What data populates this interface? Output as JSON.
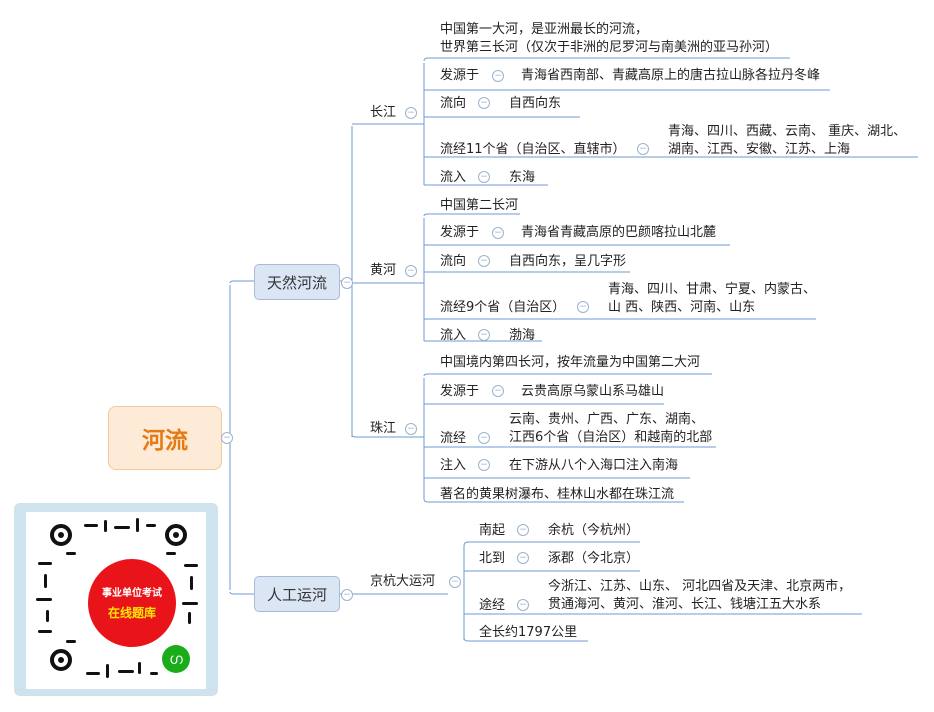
{
  "root": "河流",
  "natural": {
    "label": "天然河流",
    "changjiang": {
      "label": "长江",
      "intro": [
        "中国第一大河，是亚洲最长的河流，",
        "世界第三长河（仅次于非洲的尼罗河与南美洲的亚马孙河）"
      ],
      "source_label": "发源于",
      "source": "青海省西南部、青藏高原上的唐古拉山脉各拉丹冬峰",
      "flow_label": "流向",
      "flow": "自西向东",
      "provinces_label": "流经11个省（自治区、直辖市）",
      "provinces": [
        "青海、四川、西藏、云南、 重庆、湖北、",
        "湖南、江西、安徽、江苏、上海"
      ],
      "into_label": "流入",
      "into": "东海"
    },
    "huanghe": {
      "label": "黄河",
      "intro": "中国第二长河",
      "source_label": "发源于",
      "source": "青海省青藏高原的巴颜喀拉山北麓",
      "flow_label": "流向",
      "flow": "自西向东，呈几字形",
      "provinces_label": "流经9个省（自治区）",
      "provinces": [
        "青海、四川、甘肃、宁夏、内蒙古、",
        "山 西、陕西、河南、山东"
      ],
      "into_label": "流入",
      "into": "渤海"
    },
    "zhujiang": {
      "label": "珠江",
      "intro": "中国境内第四长河，按年流量为中国第二大河",
      "source_label": "发源于",
      "source": "云贵高原乌蒙山系马雄山",
      "flow_label": "流经",
      "flow": [
        "云南、贵州、广西、广东、湖南、",
        "江西6个省（自治区）和越南的北部"
      ],
      "into_label": "注入",
      "into": "在下游从八个入海口注入南海",
      "note": "著名的黄果树瀑布、桂林山水都在珠江流"
    }
  },
  "artificial": {
    "label": "人工运河",
    "canal": {
      "label": "京杭大运河",
      "south_label": "南起",
      "south": "余杭（今杭州）",
      "north_label": "北到",
      "north": "涿郡（今北京）",
      "route_label": "途经",
      "route": [
        "今浙江、江苏、山东、 河北四省及天津、北京两市，",
        "贯通海河、黄河、淮河、长江、钱塘江五大水系"
      ],
      "length": "全长约1797公里"
    }
  },
  "qr": {
    "line1": "事业单位考试",
    "line2": "在线题库"
  },
  "colors": {
    "line": "#6d9ad3",
    "node_fill": "#dbe6f5",
    "root_fill": "#fdebd7",
    "root_text": "#e57a14",
    "qr_badge": "#e8141a"
  }
}
